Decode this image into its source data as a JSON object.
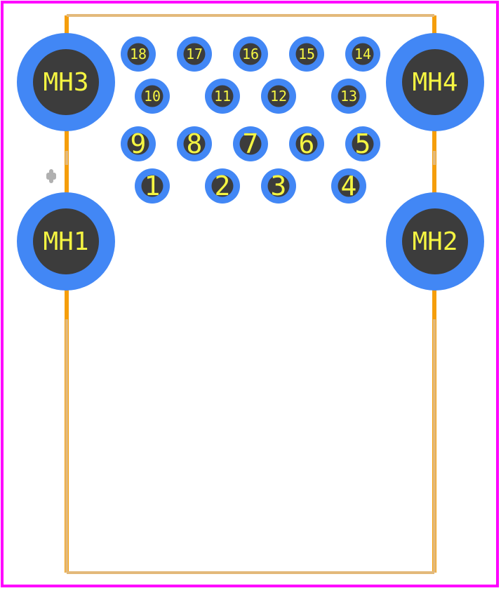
{
  "footprint": {
    "colors": {
      "courtyard": "#ff00ff",
      "silkscreen": "#e3b97a",
      "assembly": "#f59e0b",
      "pad": "#4287f5",
      "drill": "#3c3c3c",
      "label": "#f5f542",
      "origin": "#b0b0b0"
    },
    "mounting_holes": [
      {
        "id": "MH3",
        "label": "MH3"
      },
      {
        "id": "MH4",
        "label": "MH4"
      },
      {
        "id": "MH1",
        "label": "MH1"
      },
      {
        "id": "MH2",
        "label": "MH2"
      }
    ],
    "pins": [
      {
        "label": "18"
      },
      {
        "label": "17"
      },
      {
        "label": "16"
      },
      {
        "label": "15"
      },
      {
        "label": "14"
      },
      {
        "label": "10"
      },
      {
        "label": "11"
      },
      {
        "label": "12"
      },
      {
        "label": "13"
      },
      {
        "label": "9"
      },
      {
        "label": "8"
      },
      {
        "label": "7"
      },
      {
        "label": "6"
      },
      {
        "label": "5"
      },
      {
        "label": "1"
      },
      {
        "label": "2"
      },
      {
        "label": "3"
      },
      {
        "label": "4"
      }
    ]
  }
}
